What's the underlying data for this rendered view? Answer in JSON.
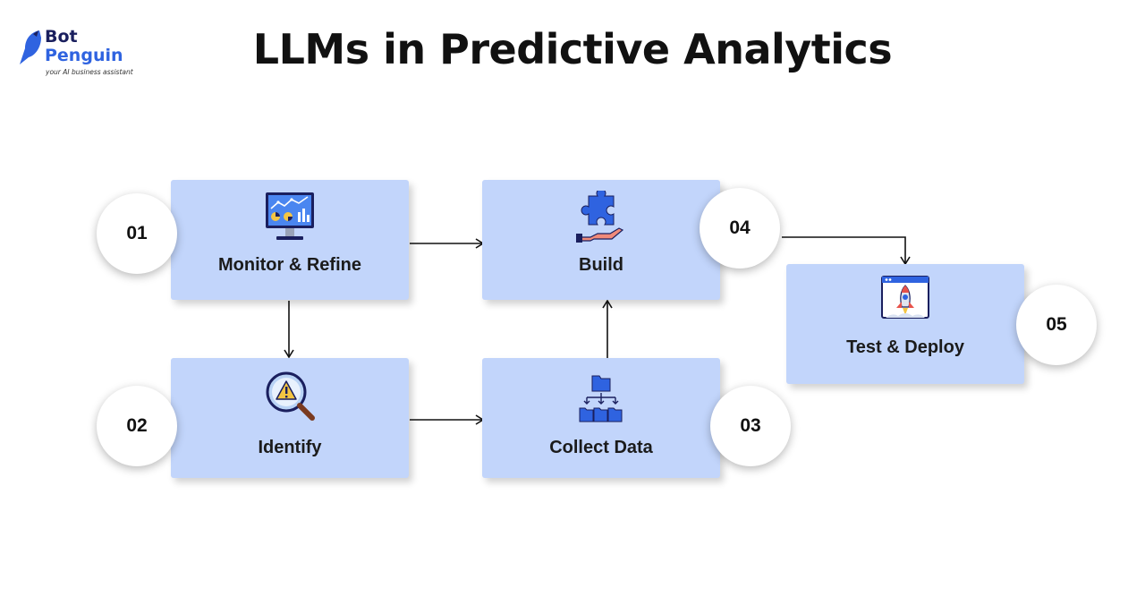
{
  "logo": {
    "line1": "Bot",
    "line2": "Penguin",
    "tagline": "your AI business assistant"
  },
  "title": "LLMs in Predictive Analytics",
  "steps": [
    {
      "number": "01",
      "label": "Monitor & Refine",
      "icon": "monitor-chart-icon"
    },
    {
      "number": "02",
      "label": "Identify",
      "icon": "magnifier-warning-icon"
    },
    {
      "number": "03",
      "label": "Collect Data",
      "icon": "folder-hierarchy-icon"
    },
    {
      "number": "04",
      "label": "Build",
      "icon": "puzzle-hand-icon"
    },
    {
      "number": "05",
      "label": "Test & Deploy",
      "icon": "rocket-screen-icon"
    }
  ],
  "colors": {
    "box": "#c2d5fb",
    "badge": "#ffffff",
    "icon_blue": "#2f63e0",
    "arrow": "#111111"
  }
}
